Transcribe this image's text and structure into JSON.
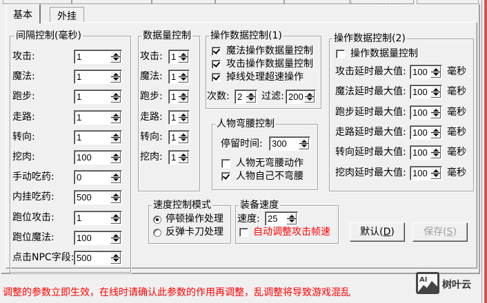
{
  "window": {
    "outer_tabs_visible": 5
  },
  "tabs": [
    {
      "label": "基本",
      "active": true
    },
    {
      "label": "外挂",
      "active": false
    }
  ],
  "interval_group": {
    "title": "间隔控制(毫秒)",
    "rows": [
      {
        "label": "攻击:",
        "value": "1"
      },
      {
        "label": "魔法:",
        "value": "1"
      },
      {
        "label": "跑步:",
        "value": "1"
      },
      {
        "label": "走路:",
        "value": "1"
      },
      {
        "label": "转向:",
        "value": "1"
      },
      {
        "label": "挖肉:",
        "value": "100"
      },
      {
        "label": "手动吃药:",
        "value": "0"
      },
      {
        "label": "内挂吃药:",
        "value": "500"
      },
      {
        "label": "跑位攻击:",
        "value": "1"
      },
      {
        "label": "跑位魔法:",
        "value": "100"
      },
      {
        "label": "点击NPC字段:",
        "value": "500"
      }
    ]
  },
  "data_amount_group": {
    "title": "数据量控制",
    "rows": [
      {
        "label": "攻击:",
        "value": "1"
      },
      {
        "label": "魔法:",
        "value": "1"
      },
      {
        "label": "跑步:",
        "value": "1"
      },
      {
        "label": "走路:",
        "value": "1"
      },
      {
        "label": "转向:",
        "value": "1"
      },
      {
        "label": "挖肉:",
        "value": "1"
      }
    ]
  },
  "op_data_1": {
    "title": "操作数据控制(1)",
    "checkboxes": [
      {
        "label": "魔法操作数据量控制",
        "checked": true
      },
      {
        "label": "攻击操作数据量控制",
        "checked": true
      },
      {
        "label": "掉线处理超速操作",
        "checked": true
      }
    ],
    "count_label": "次数:",
    "count_value": "2",
    "filter_label": "过滤:",
    "filter_value": "200"
  },
  "bend_group": {
    "title": "人物弯腰控制",
    "stay_label": "停留时间:",
    "stay_value": "300",
    "checkboxes": [
      {
        "label": "人物无弯腰动作",
        "checked": false
      },
      {
        "label": "人物自己不弯腰",
        "checked": true
      }
    ]
  },
  "op_data_2": {
    "title": "操作数据控制(2)",
    "checkbox": {
      "label": "操作数据量控制",
      "checked": false
    },
    "unit": "毫秒",
    "rows": [
      {
        "label": "攻击延时最大值:",
        "value": "100"
      },
      {
        "label": "魔法延时最大值:",
        "value": "100"
      },
      {
        "label": "跑步延时最大值:",
        "value": "100"
      },
      {
        "label": "走路延时最大值:",
        "value": "100"
      },
      {
        "label": "转向延时最大值:",
        "value": "100"
      },
      {
        "label": "挖肉延时最大值:",
        "value": "100"
      }
    ]
  },
  "speed_mode": {
    "title": "速度控制模式",
    "options": [
      {
        "label": "停顿操作处理",
        "selected": true
      },
      {
        "label": "反弹卡刀处理",
        "selected": false
      }
    ]
  },
  "equip_speed": {
    "title": "装备速度",
    "speed_label": "速度:",
    "speed_value": "25",
    "auto_label": "自动调整攻击帧速",
    "auto_checked": false
  },
  "buttons": {
    "default_label": "默认(",
    "default_key": "D",
    "default_close": ")",
    "save_label": "保存(",
    "save_key": "S",
    "save_close": ")"
  },
  "warning": "调整的参数立即生效，在线时请确认此参数的作用再调整，乱调整将导致游戏混乱",
  "watermark": {
    "text": "树叶云",
    "logo": "AI"
  },
  "colors": {
    "warning": "#ff0000",
    "background": "#f0f0f0"
  }
}
